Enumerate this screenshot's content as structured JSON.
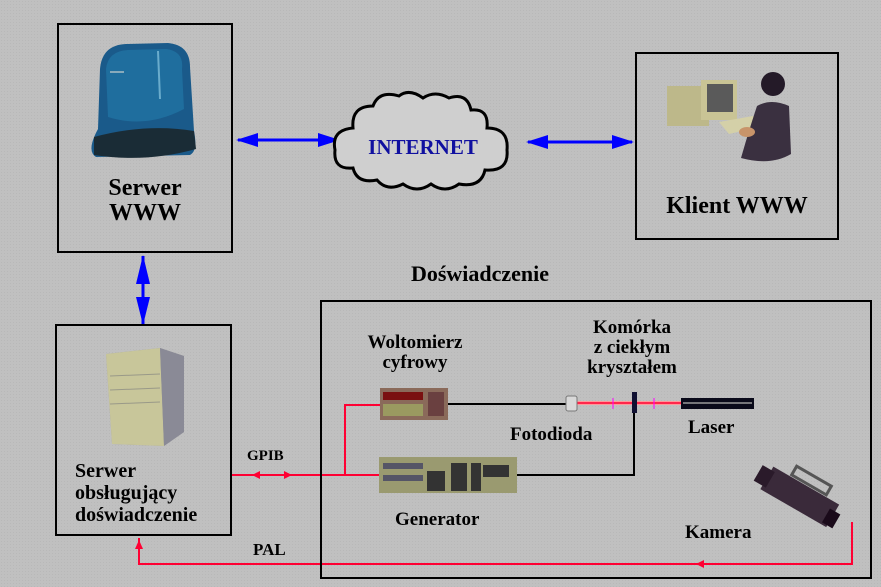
{
  "nodes": {
    "web_server": {
      "line1": "Serwer",
      "line2": "WWW"
    },
    "internet": {
      "label": "INTERNET"
    },
    "web_client": {
      "label": "Klient WWW"
    },
    "experiment_server": {
      "line1": "Serwer",
      "line2": "obsługujący",
      "line3": "doświadczenie"
    },
    "experiment": {
      "title": "Doświadczenie"
    },
    "voltmeter": {
      "line1": "Woltomierz",
      "line2": "cyfrowy"
    },
    "lc_cell": {
      "line1": "Komórka",
      "line2": "z ciekłym",
      "line3": "kryształem"
    },
    "photodiode": {
      "label": "Fotodioda"
    },
    "laser": {
      "label": "Laser"
    },
    "generator": {
      "label": "Generator"
    },
    "camera": {
      "label": "Kamera"
    }
  },
  "links": {
    "gpib": "GPIB",
    "pal": "PAL"
  },
  "colors": {
    "network_arrow": "#0000ff",
    "signal_wire": "#ff0033",
    "internet_text": "#1010a0"
  }
}
